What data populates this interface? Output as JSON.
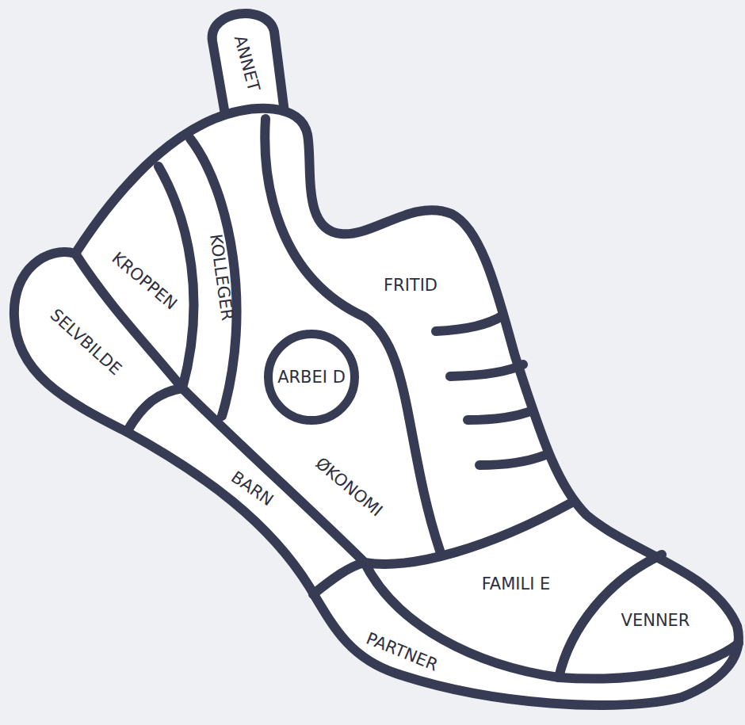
{
  "diagram": {
    "nodes": [
      {
        "text": [
          "ANNET"
        ]
      },
      {
        "text": [
          "KROPPEN"
        ]
      },
      {
        "text": [
          "KOLLEGER"
        ]
      },
      {
        "text": [
          "FRITID"
        ]
      },
      {
        "text": [
          "ØKONOMI"
        ]
      },
      {
        "text": [
          "ARBEI D"
        ],
        "in": 4
      },
      {
        "text": [
          "SELVBILDE"
        ]
      },
      {
        "text": [
          "BARN"
        ]
      },
      {
        "text": [
          "FAMILI E"
        ]
      },
      {
        "text": [
          "PARTNER"
        ]
      },
      {
        "text": [
          "VENNER"
        ]
      }
    ]
  }
}
